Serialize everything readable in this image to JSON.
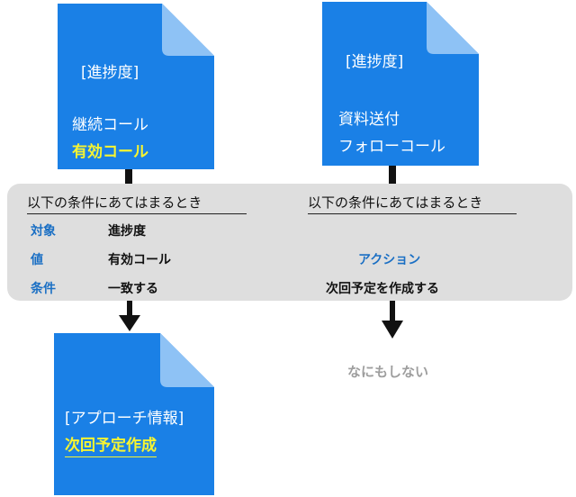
{
  "left_doc": {
    "tag": "[進捗度]",
    "line1": "継続コール",
    "line2": "有効コール"
  },
  "right_doc": {
    "tag": "[進捗度]",
    "line1": "資料送付",
    "line2": "フォローコール"
  },
  "condition_panel": {
    "left_heading": "以下の条件にあてはまるとき",
    "right_heading": "以下の条件にあてはまるとき",
    "rows": [
      {
        "label": "対象",
        "value": "進捗度"
      },
      {
        "label": "値",
        "value": "有効コール"
      },
      {
        "label": "条件",
        "value": "一致する"
      }
    ],
    "action_label": "アクション",
    "action_value": "次回予定を作成する"
  },
  "result_doc": {
    "tag": "[アプローチ情報]",
    "line1": "次回予定作成"
  },
  "no_action_text": "なにもしない",
  "colors": {
    "doc_blue": "#1a80e6",
    "doc_fold": "#8ec2f5",
    "highlight": "#f7f431",
    "label_blue": "#1a6fc4",
    "panel_gray": "#dedede",
    "muted_gray": "#9e9e9e"
  }
}
